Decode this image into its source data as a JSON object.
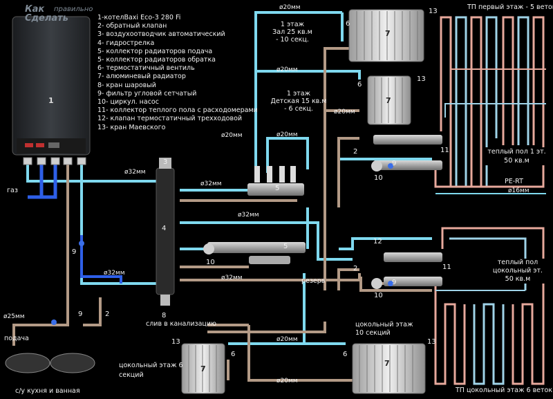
{
  "logo": {
    "line1": "Как",
    "line2": "правильно",
    "line3": "Сделать"
  },
  "legend": [
    "1-котелBaxi Eco-3 280 Fi",
    "2- обратный клапан",
    "3- воздухоотводчик автоматический",
    "4- гидрострелка",
    "5- коллектор радиаторов подача",
    "5- коллектор радиаторов обратка",
    "6- термостатичный вентиль",
    "7- алюминевый радиатор",
    "8- кран шаровый",
    "9- фильтр угловой сетчатый",
    "10- циркул. насос",
    "11- коллектор теплого пола с расходомерами",
    "12- клапан термостатичный трехходовой",
    "13- кран Маевского"
  ],
  "pipes": {
    "d20": "ø20мм",
    "d32": "ø32мм",
    "d25": "ø25мм",
    "d16": "ø16мм"
  },
  "labels": {
    "gas": "газ",
    "supply": "подача",
    "reserve": "резерв",
    "drain": "слив в канализацию",
    "kitchen_bath": "с/у кухня и  ванная",
    "floor1_hall": "1 этаж\nЗал 25 кв.м\n- 10 секц.",
    "floor1_kids": "1 этаж\nДетская 15 кв.м\n- 6 секц.",
    "basement_10": "цокольный этаж\n10 секций",
    "basement_6": "цокольный этаж 6\nсекций",
    "tp_first": "ТП первый этаж - 5 веток",
    "tp_basement": "ТП цокольный этаж 6 веток",
    "warm_floor1": "теплый пол 1 эт.\n50 кв.м",
    "warm_floor_base": "теплый пол\nцокольный эт.\n50 кв.м",
    "pert": "PE-RT"
  },
  "numbers": {
    "n1": "1",
    "n2": "2",
    "n3": "3",
    "n4": "4",
    "n5": "5",
    "n6": "6",
    "n7": "7",
    "n8": "8",
    "n9": "9",
    "n10": "10",
    "n11": "11",
    "n12": "12",
    "n13": "13"
  },
  "colors": {
    "supply_pipe": "#7fd9ef",
    "return_pipe": "#b39a86",
    "gas_pipe": "#2e5fe8",
    "floor_hot": "#e7a99c",
    "floor_cold": "#9fd3e8",
    "boiler": "#2c2f33"
  }
}
